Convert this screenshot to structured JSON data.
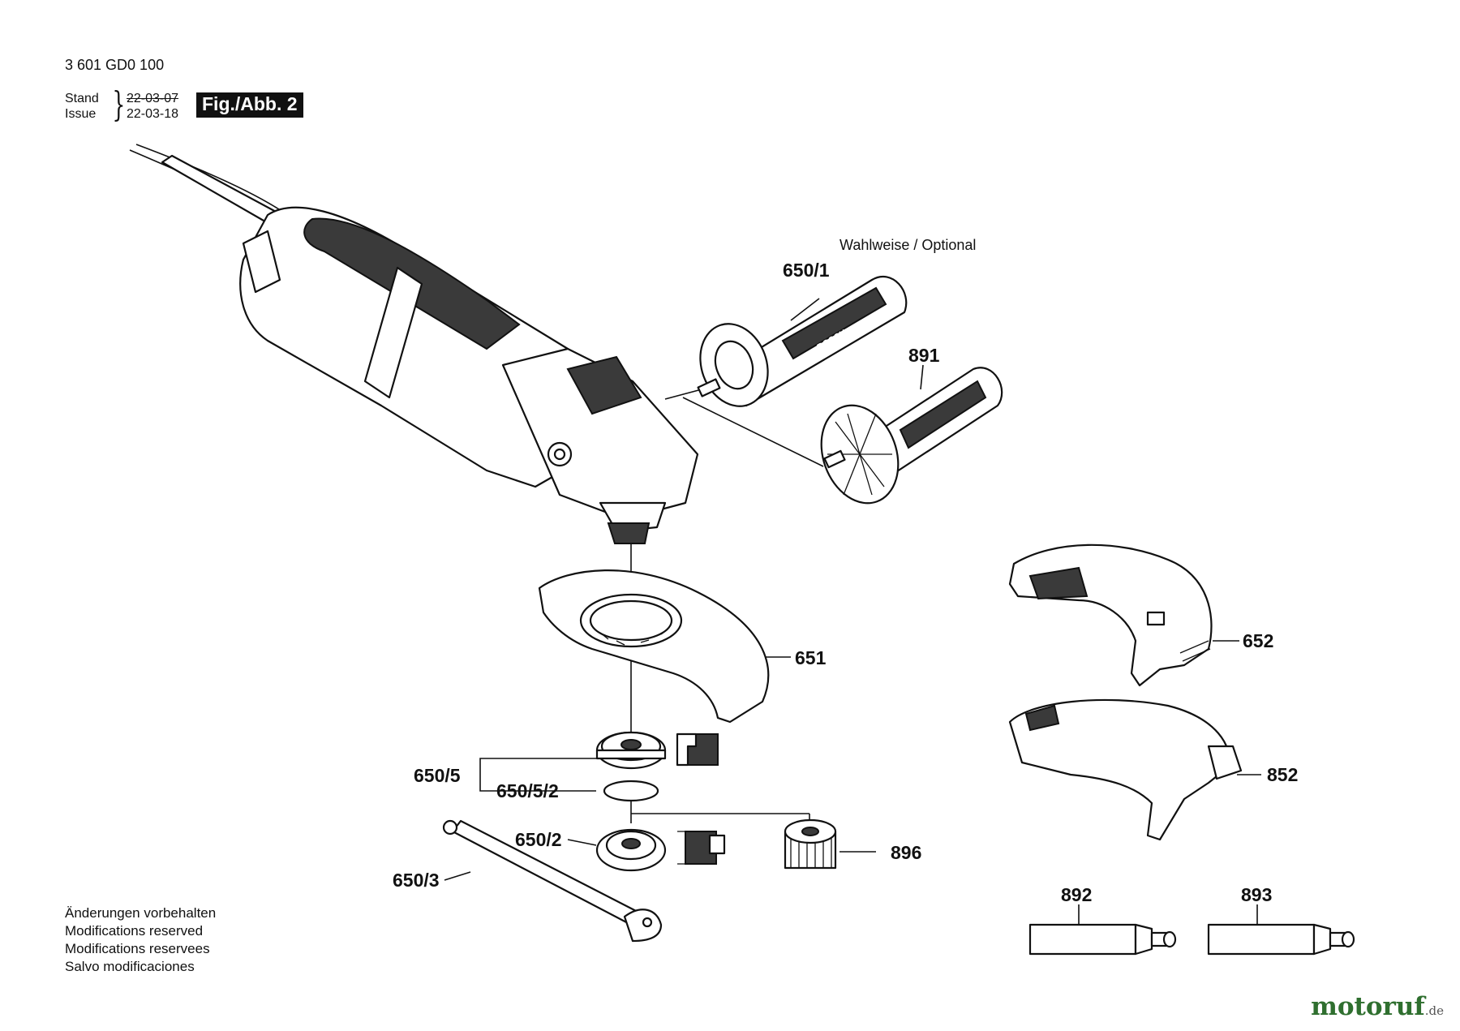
{
  "header": {
    "part_number": "3 601 GD0 100",
    "stand_label": "Stand",
    "issue_label": "Issue",
    "date_old": "22-03-07",
    "date_new": "22-03-18",
    "figure": "Fig./Abb. 2"
  },
  "optional_note": "Wahlweise / Optional",
  "labels": {
    "l650_1": "650/1",
    "l891": "891",
    "l651": "651",
    "l652": "652",
    "l852": "852",
    "l650_5": "650/5",
    "l650_5_2": "650/5/2",
    "l650_2": "650/2",
    "l650_3": "650/3",
    "l896": "896",
    "l892": "892",
    "l893": "893"
  },
  "handle_logo": "BOSCH",
  "notes": [
    "Änderungen vorbehalten",
    "Modifications reserved",
    "Modifications reservees",
    "Salvo modificaciones"
  ],
  "watermark": {
    "name": "motoruf",
    "tld": ".de"
  }
}
